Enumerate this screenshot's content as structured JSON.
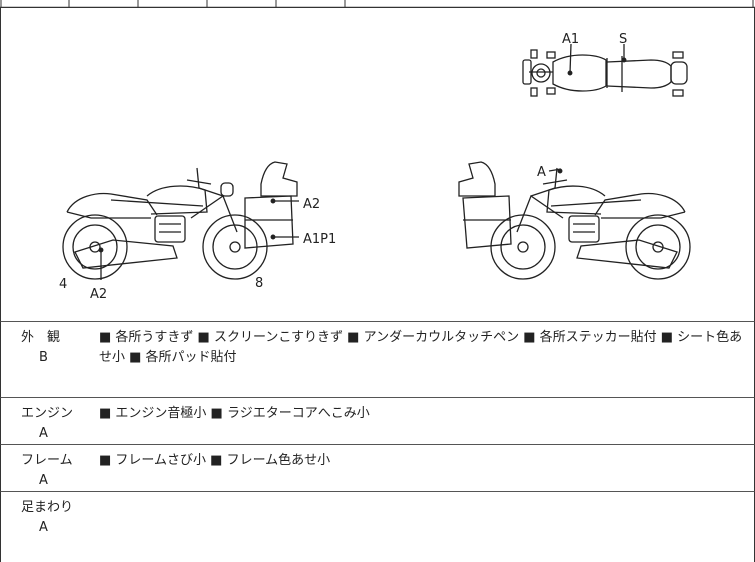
{
  "diagram": {
    "labels": {
      "top_a1": "A1",
      "top_s": "S",
      "left_a2_upper": "A2",
      "left_a1p1": "A1P1",
      "left_4": "4",
      "left_a2_lower": "A2",
      "left_8": "8",
      "right_a": "A"
    }
  },
  "rows": [
    {
      "category": "外　観",
      "grade": "B",
      "notes": "■ 各所うすきず ■ スクリーンこすりきず ■ アンダーカウルタッチペン ■ 各所ステッカー貼付 ■ シート色あせ小 ■ 各所パッド貼付"
    },
    {
      "category": "エンジン",
      "grade": "A",
      "notes": "■ エンジン音極小 ■ ラジエターコアへこみ小"
    },
    {
      "category": "フレーム",
      "grade": "A",
      "notes": "■ フレームさび小 ■ フレーム色あせ小"
    },
    {
      "category": "足まわり",
      "grade": "A",
      "notes": ""
    }
  ]
}
